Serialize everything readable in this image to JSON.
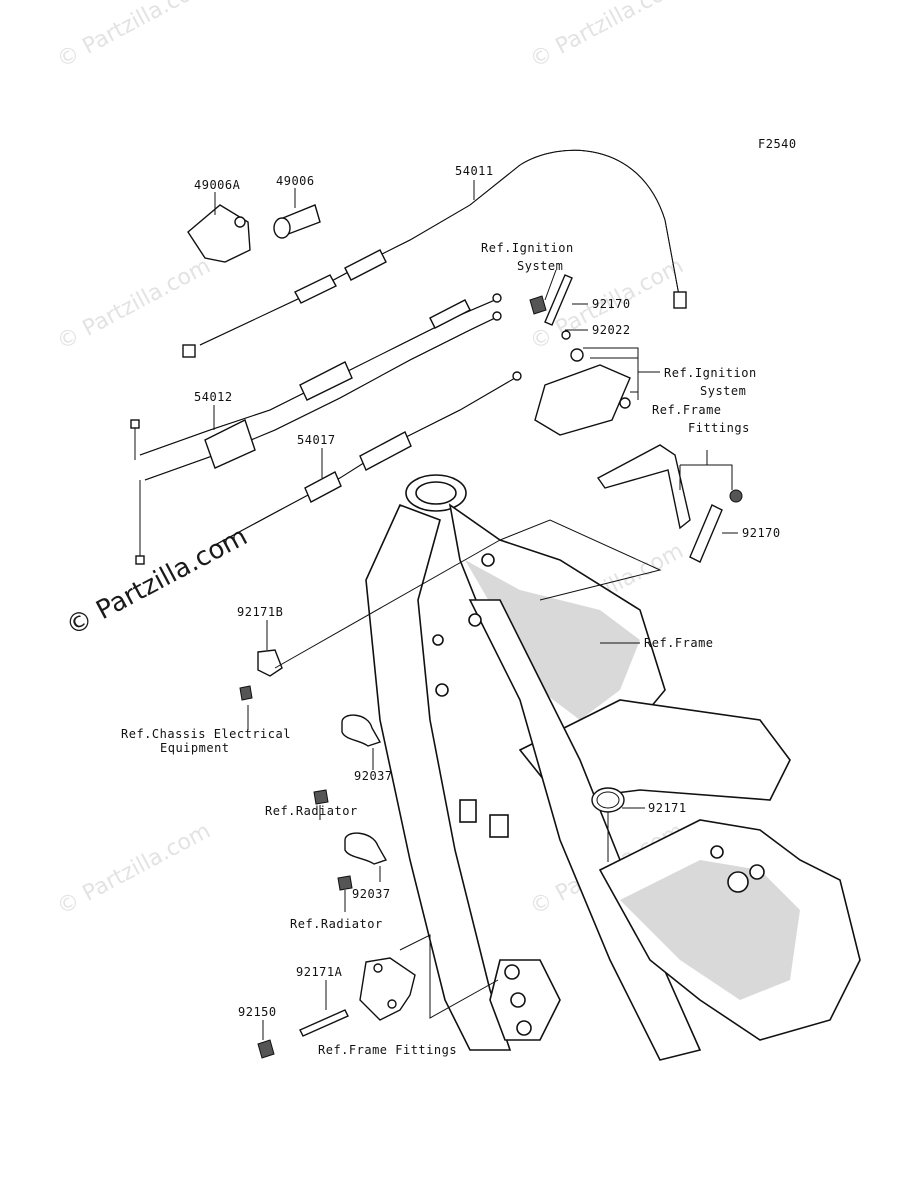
{
  "diagram_code": "F2540",
  "watermark": "© Partzilla.com",
  "labels": {
    "p49006A": "49006A",
    "p49006": "49006",
    "p54011": "54011",
    "p54012": "54012",
    "p54017": "54017",
    "ref_ignition_1a": "Ref.Ignition",
    "ref_ignition_1b": "System",
    "p92170_a": "92170",
    "p92022": "92022",
    "ref_ignition_2a": "Ref.Ignition",
    "ref_ignition_2b": "System",
    "ref_frame_fittings_a": "Ref.Frame",
    "ref_frame_fittings_b": "Fittings",
    "p92170_b": "92170",
    "p92171B": "92171B",
    "ref_frame": "Ref.Frame",
    "ref_chassis_a": "Ref.Chassis Electrical",
    "ref_chassis_b": "Equipment",
    "p92037_a": "92037",
    "ref_radiator_a": "Ref.Radiator",
    "p92171": "92171",
    "p92037_b": "92037",
    "ref_radiator_b": "Ref.Radiator",
    "p92171A": "92171A",
    "p92150": "92150",
    "ref_frame_fittings_c": "Ref.Frame Fittings"
  }
}
